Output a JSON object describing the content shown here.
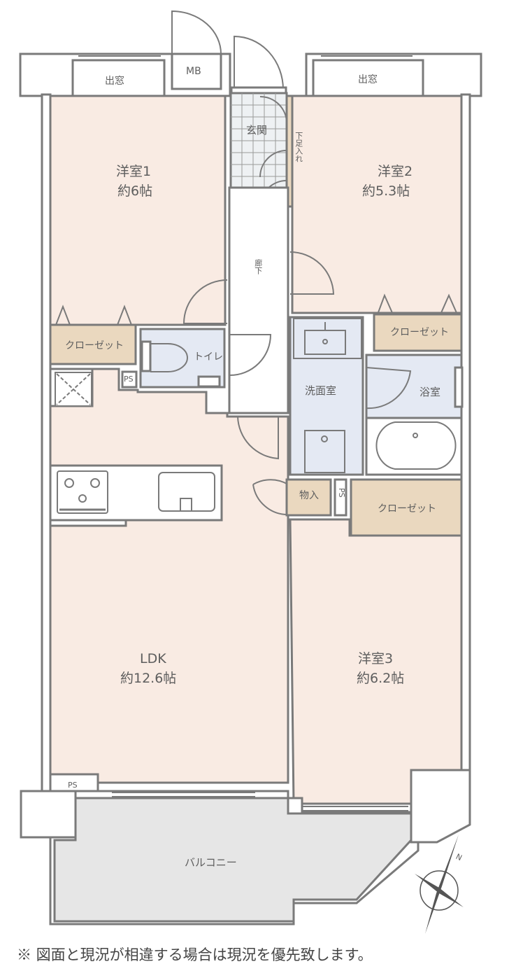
{
  "colors": {
    "room_fill": "#f9ebe3",
    "closet_fill": "#ead8bf",
    "wet_fill": "#e4e9f3",
    "balcony_fill": "#e6e6e6",
    "entrance_fill": "#eef1f3",
    "wall_stroke": "#7a7a7a",
    "text": "#5e5e5e"
  },
  "rooms": {
    "western1": {
      "name": "洋室1",
      "size": "約6帖"
    },
    "western2": {
      "name": "洋室2",
      "size": "約5.3帖"
    },
    "western3": {
      "name": "洋室3",
      "size": "約6.2帖"
    },
    "ldk": {
      "name": "LDK",
      "size": "約12.6帖"
    },
    "entrance": {
      "name": "玄関"
    },
    "shoe_storage": {
      "name": "下足入れ"
    },
    "hallway": {
      "name": "廊下"
    },
    "toilet": {
      "name": "トイレ"
    },
    "washroom": {
      "name": "洗面室"
    },
    "bathroom": {
      "name": "浴室"
    },
    "storage": {
      "name": "物入"
    },
    "balcony": {
      "name": "バルコニー"
    },
    "mb": {
      "name": "MB"
    },
    "bay_window_left": {
      "name": "出窓"
    },
    "bay_window_right": {
      "name": "出窓"
    },
    "closet1": {
      "name": "クローゼット"
    },
    "closet2": {
      "name": "クローゼット"
    },
    "closet3": {
      "name": "クローゼット"
    },
    "ps_toilet": {
      "name": "PS"
    },
    "ps_storage": {
      "name": "PS"
    },
    "ps_ldk": {
      "name": "PS"
    }
  },
  "compass": {
    "north_label": "N",
    "icon": "compass-rose-icon"
  },
  "footnote": "※ 図面と現況が相違する場合は現況を優先致します。"
}
